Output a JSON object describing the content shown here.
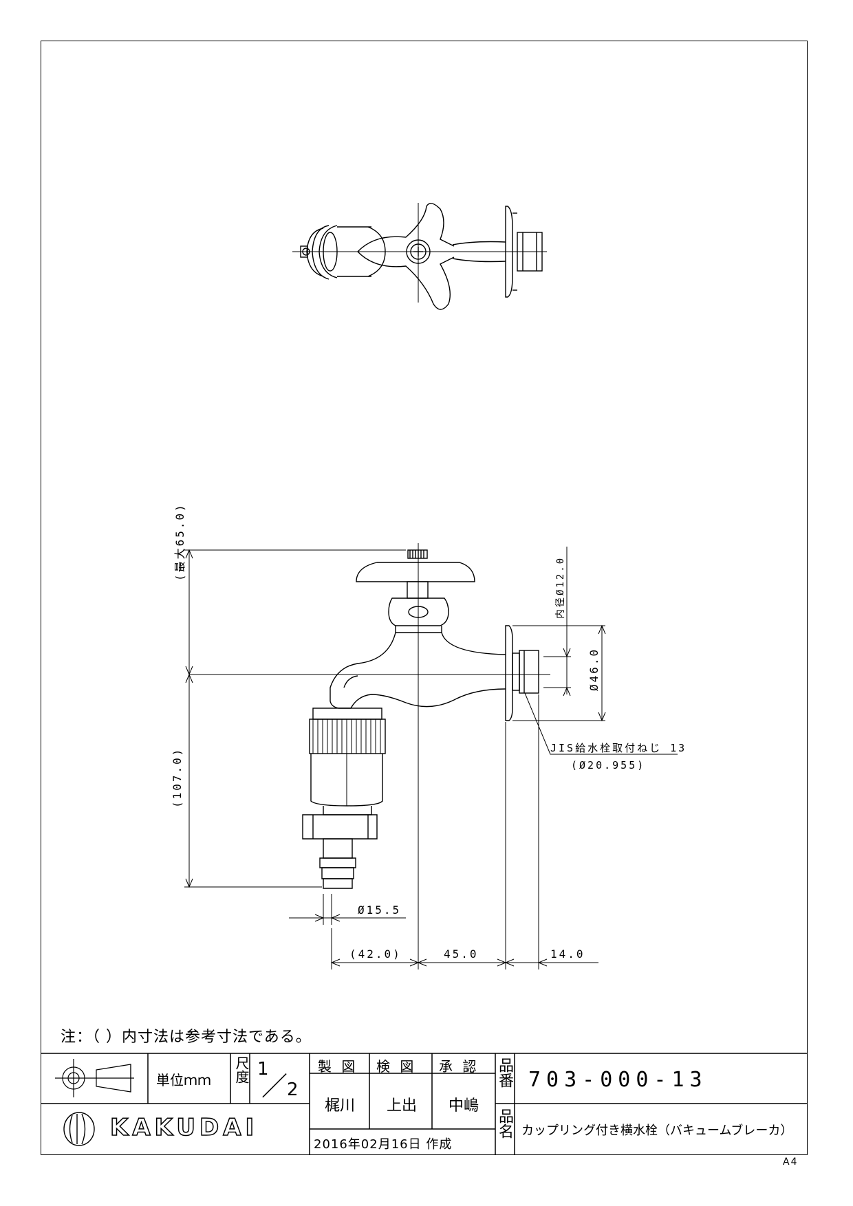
{
  "note": "注：（ ）内寸法は参考寸法である。",
  "sheet_size": "A4",
  "dimensions": {
    "max_height": "(最大65.0)",
    "height_below": "(107.0)",
    "inner_diameter": "内径Ø12.0",
    "flange_diameter": "Ø46.0",
    "hose_diameter": "Ø15.5",
    "left_reach": "(42.0)",
    "spout_reach": "45.0",
    "thread_length": "14.0",
    "thread_spec": "JIS給水栓取付ねじ 13",
    "thread_diameter": "(Ø20.955)"
  },
  "title_block": {
    "unit": "単位ｍｍ",
    "scale_label": "尺度",
    "scale_num": "1",
    "scale_den": "2",
    "drawn_label": "製 図",
    "checked_label": "検 図",
    "approved_label": "承 認",
    "drawn_by": "梶川",
    "checked_by": "上出",
    "approved_by": "中嶋",
    "date": "2016年02月16日 作成",
    "part_no_label": "品番",
    "part_no": "703-000-13",
    "part_name_label": "品名",
    "part_name": "カップリング付き横水栓（バキュームブレーカ）",
    "brand": "KAKUDAI"
  }
}
